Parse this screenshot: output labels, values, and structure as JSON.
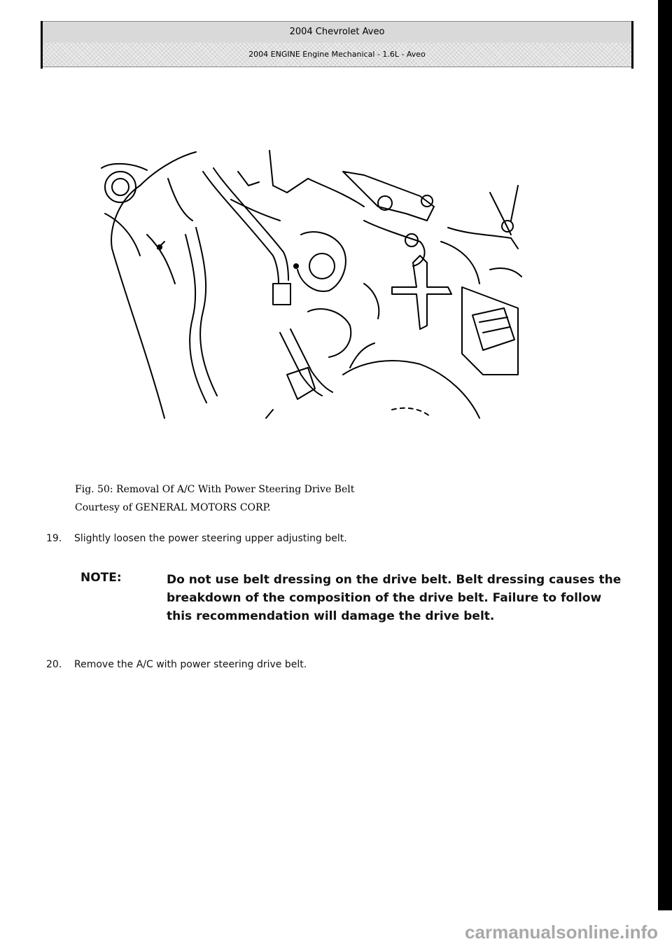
{
  "header": {
    "title": "2004 Chevrolet Aveo",
    "subtitle": "2004 ENGINE Engine Mechanical - 1.6L - Aveo"
  },
  "figure": {
    "caption_line1": "Fig. 50: Removal Of A/C With Power Steering Drive Belt",
    "caption_line2": "Courtesy of GENERAL MOTORS CORP."
  },
  "steps": [
    {
      "number": "19.",
      "text": "Slightly loosen the power steering upper adjusting belt."
    },
    {
      "number": "20.",
      "text": "Remove the A/C with power steering drive belt."
    }
  ],
  "note": {
    "label": "NOTE:",
    "text": "Do not use belt dressing on the drive belt. Belt dressing causes the breakdown of the composition of the drive belt. Failure to follow this recommendation will damage the drive belt."
  },
  "watermark": "carmanualsonline.info"
}
